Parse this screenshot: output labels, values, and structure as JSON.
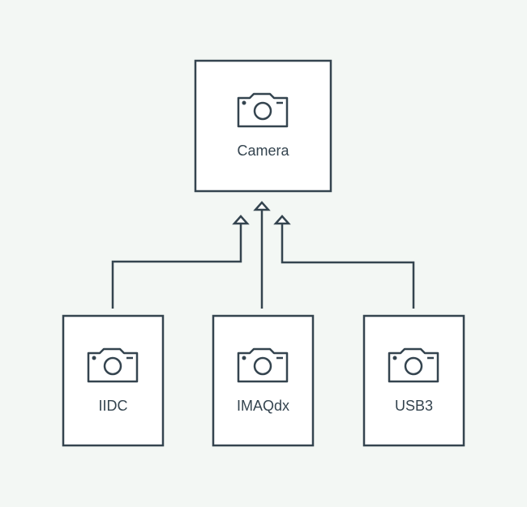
{
  "nodes": {
    "parent": {
      "label": "Camera",
      "icon": "camera-icon"
    },
    "children": [
      {
        "label": "IIDC",
        "icon": "camera-icon"
      },
      {
        "label": "IMAQdx",
        "icon": "camera-icon"
      },
      {
        "label": "USB3",
        "icon": "camera-icon"
      }
    ]
  },
  "colors": {
    "background": "#f3f7f4",
    "stroke": "#34444f",
    "box_fill": "#ffffff"
  }
}
